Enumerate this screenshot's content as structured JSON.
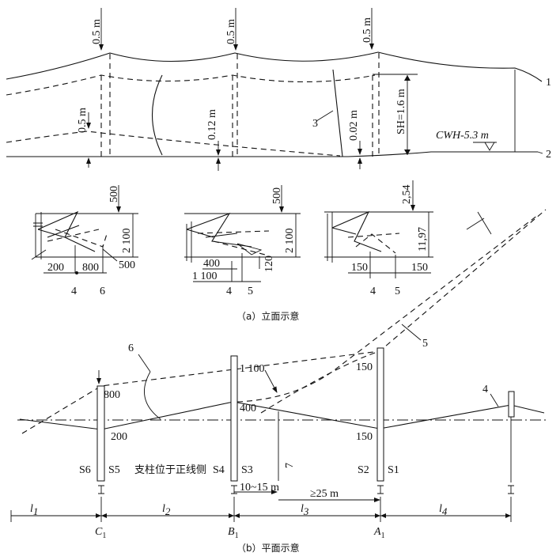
{
  "elevation": {
    "clear_05": "0.5 m",
    "clear_012": "0.12 m",
    "clear_002": "0.02 m",
    "sh": "SH=1.6 m",
    "cwh": "CWH-5.3 m",
    "num1": "1",
    "num2": "2",
    "num3": "3"
  },
  "details": {
    "d1": {
      "top": "500",
      "height": "2 100",
      "side": "500",
      "a": "200",
      "b": "800",
      "n4": "4",
      "n6": "6"
    },
    "d2": {
      "top": "500",
      "height": "2 100",
      "a": "400",
      "b": "1 100",
      "c": "120",
      "n4": "4",
      "n5": "5"
    },
    "d3": {
      "top": "2,54",
      "height": "11,97",
      "a": "150",
      "b": "150",
      "n4": "4",
      "n5": "5"
    }
  },
  "caption_a": "（a）立面示意",
  "plan": {
    "d800": "800",
    "d200": "200",
    "d1100": "1 100",
    "d400": "400",
    "d150a": "150",
    "d150b": "150",
    "n4": "4",
    "n5": "5",
    "n6": "6",
    "n7": "7",
    "S6": "S6",
    "S5": "S5",
    "S4": "S4",
    "S3": "S3",
    "S2": "S2",
    "S1": "S1",
    "note": "支柱位于正线侧",
    "dist1": "10~15 m",
    "dist2": "≥25 m",
    "l1": "l",
    "l1s": "1",
    "l2": "l",
    "l2s": "2",
    "l3": "l",
    "l3s": "3",
    "l4": "l",
    "l4s": "4",
    "c1": "C",
    "c1s": "1",
    "b1": "B",
    "b1s": "1",
    "a1": "A",
    "a1s": "1"
  },
  "caption_b": "（b）平面示意"
}
